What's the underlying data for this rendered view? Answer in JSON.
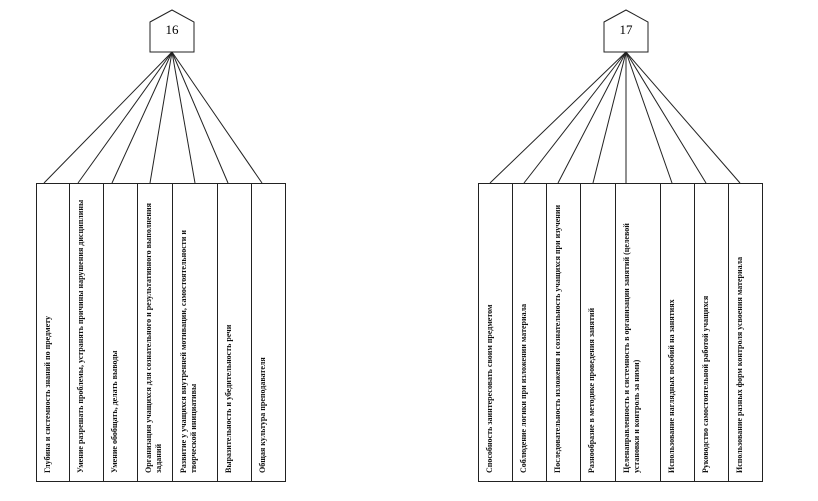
{
  "groups": [
    {
      "number": "16",
      "items": [
        "Глубина и системность знаний по предмету",
        "Умение разрешать проблемы, устранять причины нарушения дисциплины",
        "Умение обобщать, делать выводы",
        "Организация учащихся для сознательного и результативного выполнения заданий",
        "Развитие у учащихся внутренней мотивации, самостоятельности и творческой инициативы",
        "Выразительность и убедительность речи",
        "Общая культура преподавателя"
      ]
    },
    {
      "number": "17",
      "items": [
        "Способность заинтересовать своим предметом",
        "Соблюдение логики при изложении материала",
        "Последовательность изложения и сознательность учащихся при изучении",
        "Разнообразие в методике проведения занятий",
        "Целенаправленность и системность в организации занятий (целевой установки и контроль за ними)",
        "Использование наглядных пособий на занятиях",
        "Руководство самостоятельной работой учащихся",
        "Использование разных форм контроля усвоения материала"
      ]
    }
  ],
  "colors": {
    "line": "#222222",
    "text": "#111111",
    "background": "#ffffff"
  }
}
